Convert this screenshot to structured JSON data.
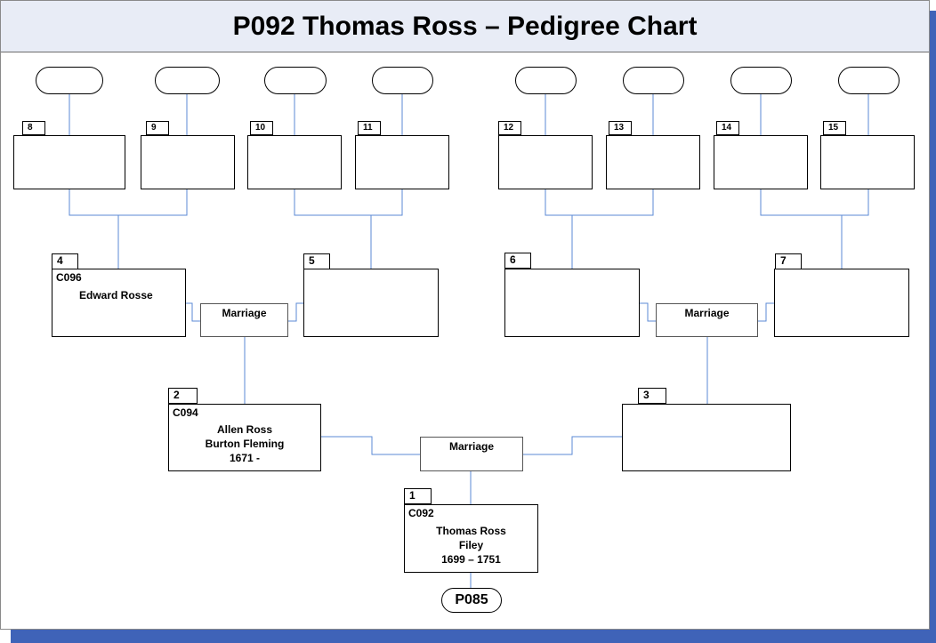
{
  "title": "P092 Thomas Ross – Pedigree Chart",
  "people": {
    "p1": {
      "num": "1",
      "code": "C092",
      "name": "Thomas Ross",
      "place": "Filey",
      "dates": "1699 – 1751"
    },
    "p2": {
      "num": "2",
      "code": "C094",
      "name": "Allen Ross",
      "place": "Burton Fleming",
      "dates": "1671 -"
    },
    "p3": {
      "num": "3"
    },
    "p4": {
      "num": "4",
      "code": "C096",
      "name": "Edward Rosse"
    },
    "p5": {
      "num": "5"
    },
    "p6": {
      "num": "6"
    },
    "p7": {
      "num": "7"
    },
    "p8": {
      "num": "8"
    },
    "p9": {
      "num": "9"
    },
    "p10": {
      "num": "10"
    },
    "p11": {
      "num": "11"
    },
    "p12": {
      "num": "12"
    },
    "p13": {
      "num": "13"
    },
    "p14": {
      "num": "14"
    },
    "p15": {
      "num": "15"
    }
  },
  "marriage_label": "Marriage",
  "ref_label": "P085",
  "colors": {
    "line": "#5b8ad6",
    "title_bg": "#e8ecf6",
    "shadow": "#3f63b8"
  }
}
